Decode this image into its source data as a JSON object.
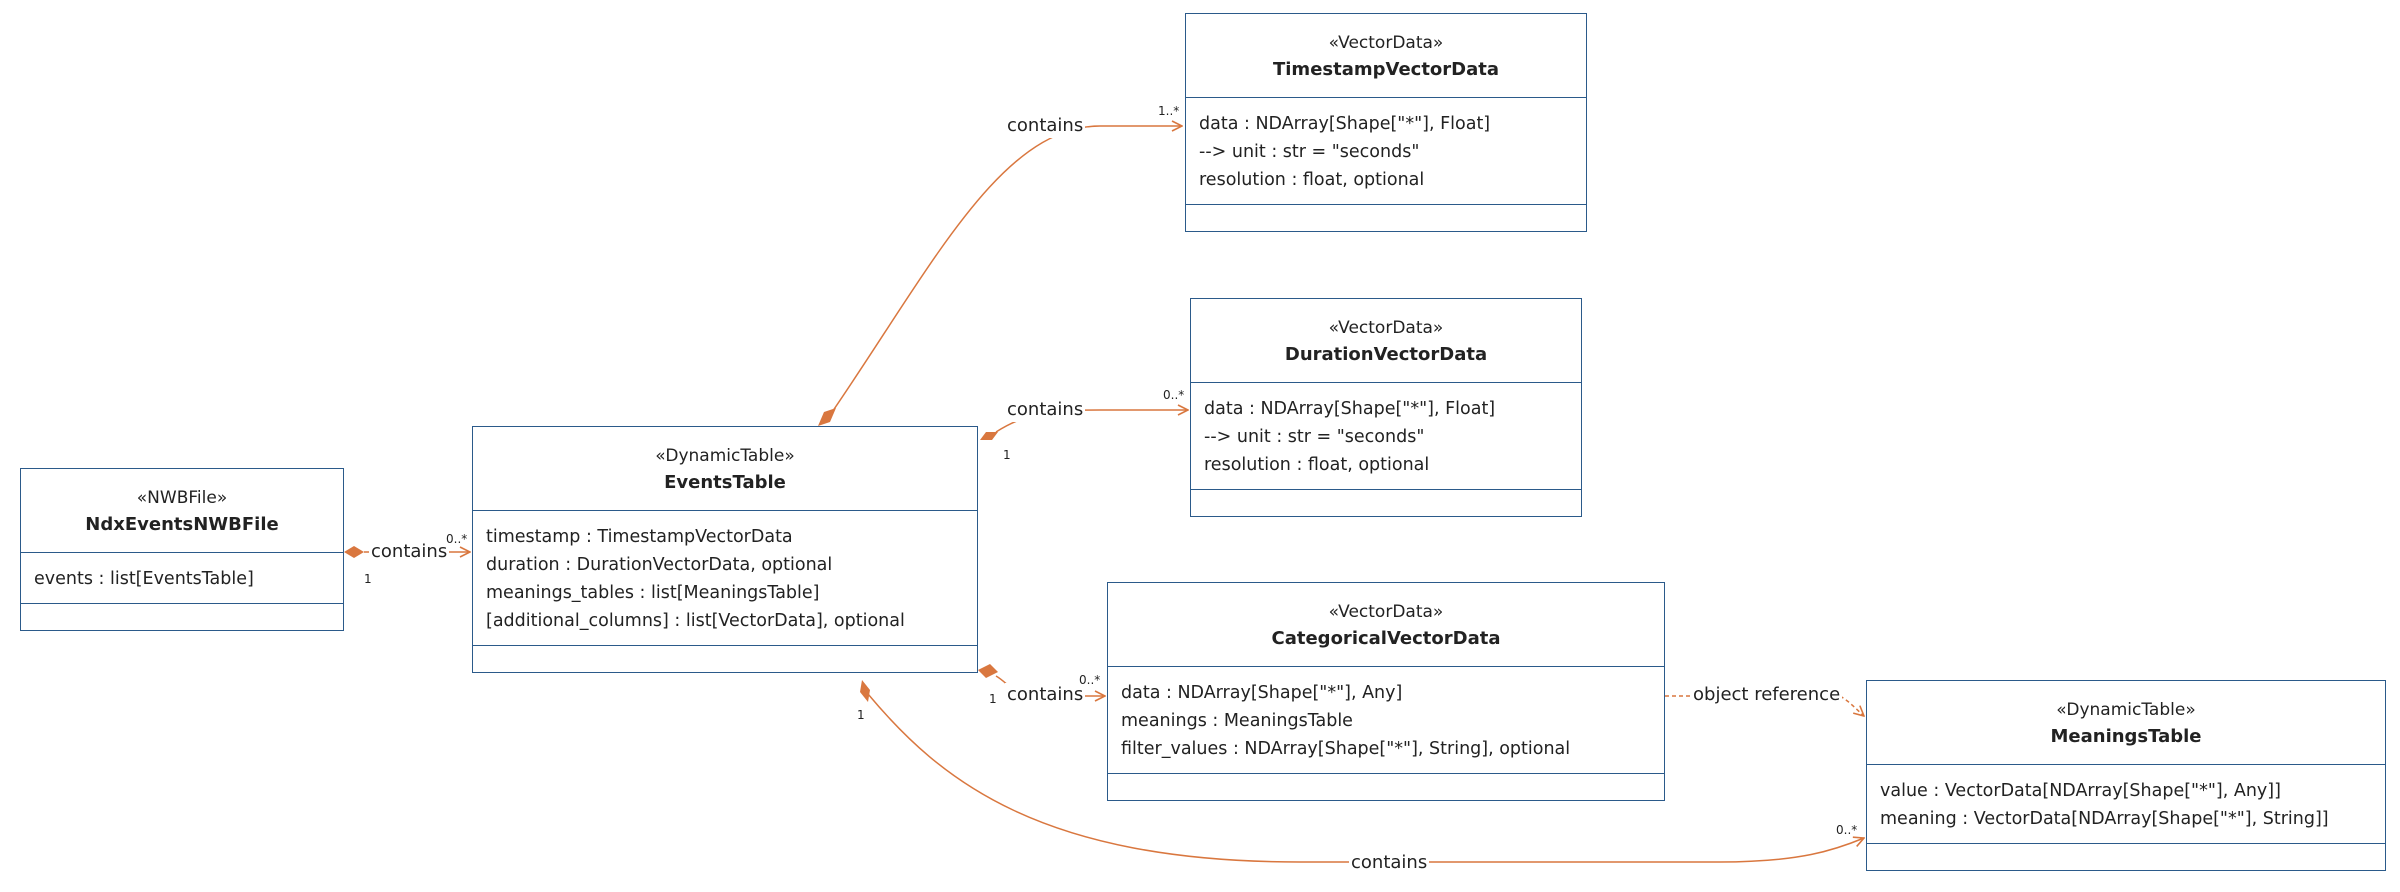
{
  "classes": {
    "ndx_events_nwb_file": {
      "stereotype": "«NWBFile»",
      "name": "NdxEventsNWBFile",
      "attributes": [
        "events : list[EventsTable]"
      ]
    },
    "events_table": {
      "stereotype": "«DynamicTable»",
      "name": "EventsTable",
      "attributes": [
        "timestamp : TimestampVectorData",
        "duration : DurationVectorData, optional",
        "meanings_tables : list[MeaningsTable]",
        "[additional_columns] : list[VectorData], optional"
      ]
    },
    "timestamp_vector_data": {
      "stereotype": "«VectorData»",
      "name": "TimestampVectorData",
      "attributes": [
        "data : NDArray[Shape[\"*\"], Float]",
        "--> unit : str = \"seconds\"",
        "resolution : float, optional"
      ]
    },
    "duration_vector_data": {
      "stereotype": "«VectorData»",
      "name": "DurationVectorData",
      "attributes": [
        "data : NDArray[Shape[\"*\"], Float]",
        "--> unit : str = \"seconds\"",
        "resolution : float, optional"
      ]
    },
    "categorical_vector_data": {
      "stereotype": "«VectorData»",
      "name": "CategoricalVectorData",
      "attributes": [
        "data : NDArray[Shape[\"*\"], Any]",
        "meanings : MeaningsTable",
        "filter_values : NDArray[Shape[\"*\"], String], optional"
      ]
    },
    "meanings_table": {
      "stereotype": "«DynamicTable»",
      "name": "MeaningsTable",
      "attributes": [
        "value : VectorData[NDArray[Shape[\"*\"], Any]]",
        "meaning : VectorData[NDArray[Shape[\"*\"], String]]"
      ]
    }
  },
  "relations": {
    "file_events": {
      "label": "contains",
      "source_mult": "1",
      "target_mult": "0..*"
    },
    "events_timestamp": {
      "label": "contains",
      "target_mult": "1..*"
    },
    "events_duration": {
      "label": "contains",
      "source_mult": "1",
      "target_mult": "0..*"
    },
    "events_categorical": {
      "label": "contains",
      "source_mult": "1",
      "target_mult": "0..*"
    },
    "events_meanings": {
      "label": "contains",
      "source_mult": "1",
      "target_mult": "0..*"
    },
    "categorical_meanings": {
      "label": "object reference"
    }
  },
  "colors": {
    "box_border": "#2b5a8a",
    "relation": "#d9773f",
    "text": "#222222"
  }
}
